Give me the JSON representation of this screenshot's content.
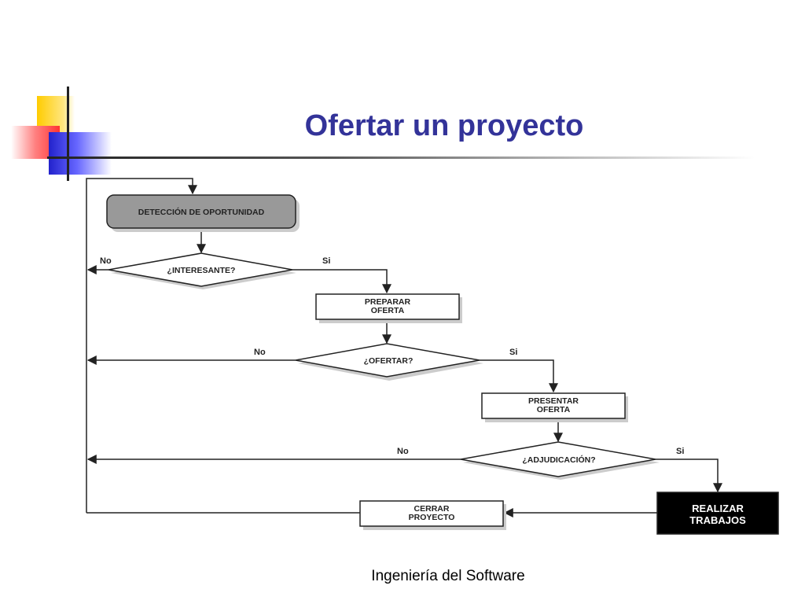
{
  "slide": {
    "title": "Ofertar un proyecto",
    "footer": "Ingeniería del Software"
  },
  "diagram": {
    "nodes": {
      "detection": "DETECCIÓN DE OPORTUNIDAD",
      "interesting": "¿INTERESANTE?",
      "prepare_1": "PREPARAR",
      "prepare_2": "OFERTA",
      "offer_q": "¿OFERTAR?",
      "present_1": "PRESENTAR",
      "present_2": "OFERTA",
      "award_q": "¿ADJUDICACIÓN?",
      "work_1": "REALIZAR",
      "work_2": "TRABAJOS",
      "close_1": "CERRAR",
      "close_2": "PROYECTO"
    },
    "edges": {
      "interesting_no": "No",
      "interesting_yes": "Si",
      "offer_no": "No",
      "offer_yes": "Si",
      "award_no": "No",
      "award_yes": "Si"
    },
    "colors": {
      "rounded_fill": "#999999",
      "dark_fill": "#000000",
      "shadow": "#cccccc",
      "stroke": "#222222"
    }
  }
}
